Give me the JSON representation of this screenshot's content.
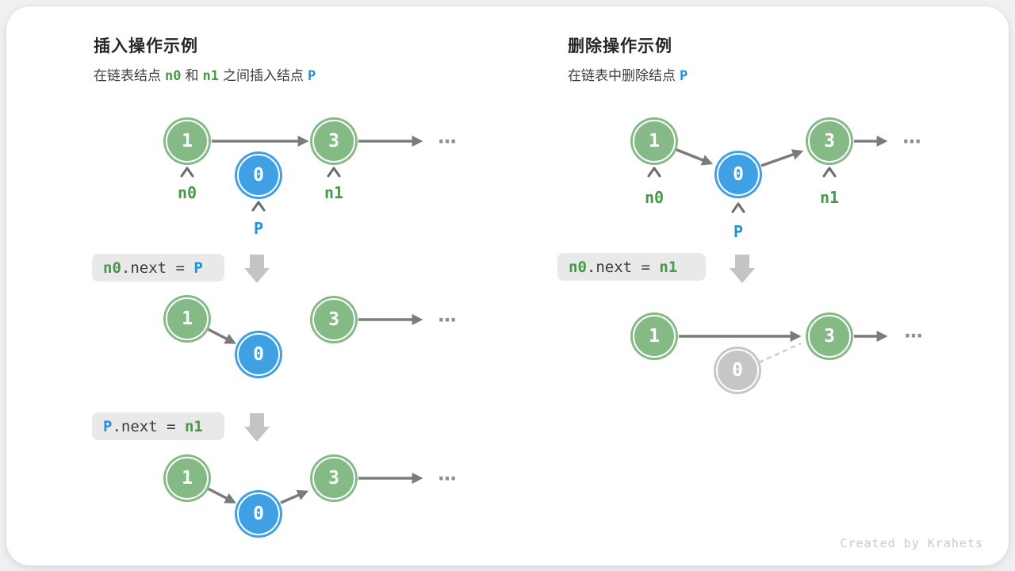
{
  "page": {
    "watermark": "Created by Krahets"
  },
  "colors": {
    "node_green": "#85ba86",
    "node_blue": "#3fa0e3",
    "node_gray": "#c6c6c6",
    "text_green": "#47994a",
    "text_blue": "#1f93d6",
    "arrow_gray": "#7b7b7b",
    "code_box_bg": "#e9e9e9",
    "block_arrow_gray": "#c4c4c4"
  },
  "panels": {
    "insert": {
      "title": "插入操作示例",
      "subtitle": {
        "t1": "在链表结点",
        "n0": "n0",
        "t2": "和",
        "n1": "n1",
        "t3": "之间插入结点",
        "p": "P"
      },
      "codes": {
        "step1": {
          "lhs": "n0",
          "mid": ".next = ",
          "rhs": "P"
        },
        "step2": {
          "lhs": "P",
          "mid": ".next = ",
          "rhs": "n1"
        }
      }
    },
    "delete": {
      "title": "删除操作示例",
      "subtitle": {
        "t1": "在链表中删除结点",
        "p": "P"
      },
      "codes": {
        "step1": {
          "lhs": "n0",
          "mid": ".next = ",
          "rhs": "n1"
        }
      }
    }
  },
  "nodes": {
    "one": "1",
    "three": "3",
    "zero": "0"
  },
  "labels": {
    "n0": "n0",
    "n1": "n1",
    "p": "P"
  },
  "ellipsis": "..."
}
